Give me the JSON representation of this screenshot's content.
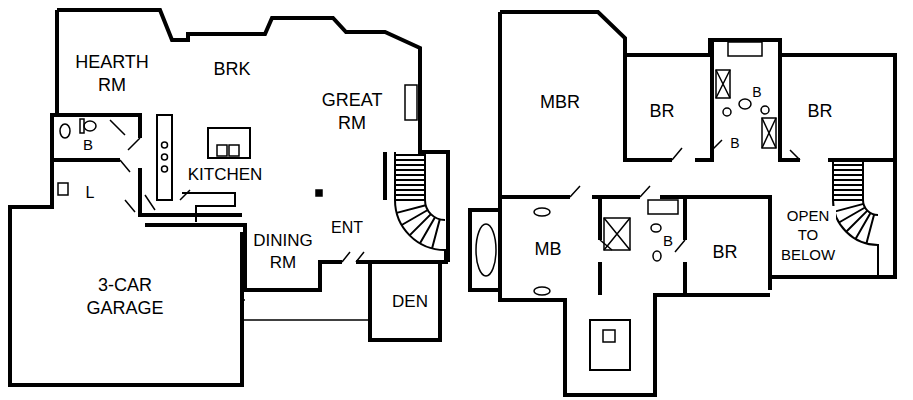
{
  "diagram": {
    "labels": [
      "HEARTH RM",
      "BRK",
      "GREAT RM",
      "B",
      "KITCHEN",
      "L",
      "DINING RM",
      "ENT",
      "3-CAR GARAGE",
      "DEN",
      "MBR",
      "BR",
      "B",
      "BR",
      "B",
      "MB",
      "B",
      "BR",
      "OPEN TO BELOW"
    ]
  }
}
